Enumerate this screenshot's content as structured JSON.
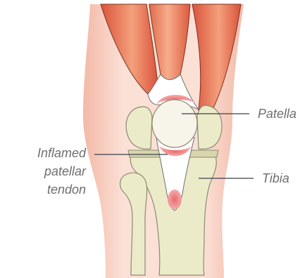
{
  "labels": {
    "patella": "Patella",
    "tibia": "Tibia",
    "inflamed_line1": "Inflamed",
    "inflamed_line2": "patellar",
    "inflamed_line3": "tendon"
  },
  "colors": {
    "background": "#ffffff",
    "skin_outer": "#f6c9bb",
    "skin_inner": "#fbe3da",
    "muscle_light": "#f4a07c",
    "muscle_dark": "#d9533a",
    "muscle_outline": "#7a3322",
    "bone_fill": "#ecebc9",
    "bone_shade": "#d8d6ad",
    "bone_outline": "#8c8a72",
    "tendon_fill": "#ffffff",
    "tendon_outline": "#6f6f6f",
    "patella_fill": "#f7f4ea",
    "inflammation": "#ec6f72",
    "label_text": "#6e6e6e",
    "leader_line": "#3a3f4b"
  },
  "icons": {
    "diagram": "knee-anatomy-illustration"
  }
}
